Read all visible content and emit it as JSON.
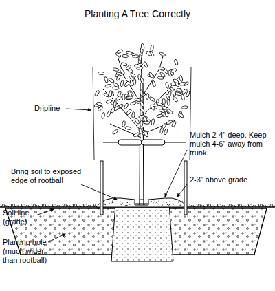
{
  "diagram": {
    "title": "Planting A Tree Correctly",
    "labels": [
      "Dripline",
      "Mulch 2-4\" deep. Keep mulch 4-6\" away from trunk.",
      "Bring soil to exposed edge of rootball",
      "2-3\" above grade",
      "Soil line (grade)",
      "Planting hole (much wider than rootball)"
    ]
  }
}
